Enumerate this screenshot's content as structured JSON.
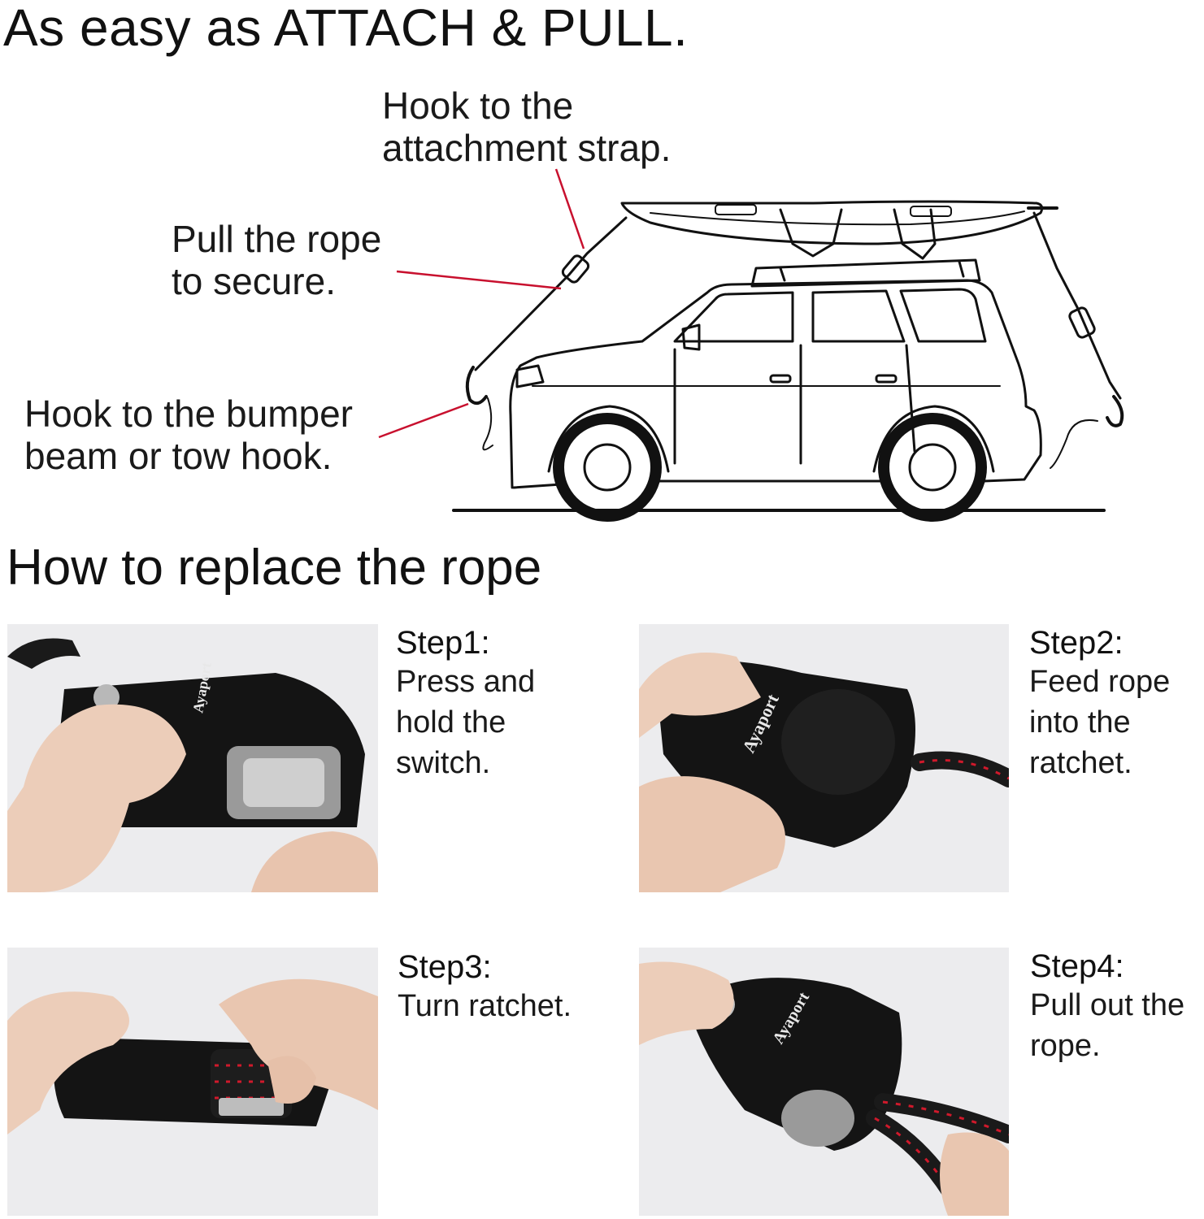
{
  "heading": "As easy as ATTACH & PULL.",
  "callouts": {
    "attachment": [
      "Hook to the",
      "attachment strap."
    ],
    "rope": [
      "Pull the rope",
      "to secure."
    ],
    "bumper": [
      "Hook to the bumper",
      "beam or tow hook."
    ]
  },
  "section_title": "How to replace the rope",
  "steps": [
    {
      "title": "Step1:",
      "lines": [
        "Press and",
        "hold the",
        "switch."
      ]
    },
    {
      "title": "Step2:",
      "lines": [
        "Feed rope",
        "into the",
        "ratchet."
      ]
    },
    {
      "title": "Step3:",
      "lines": [
        "Turn ratchet."
      ]
    },
    {
      "title": "Step4:",
      "lines": [
        "Pull out the",
        "rope."
      ]
    }
  ],
  "brand_mark": "Ayaport",
  "colors": {
    "leader_line": "#c8102e",
    "rope_red": "#d0192b",
    "device": "#141414",
    "skin": "#eccdb9"
  }
}
